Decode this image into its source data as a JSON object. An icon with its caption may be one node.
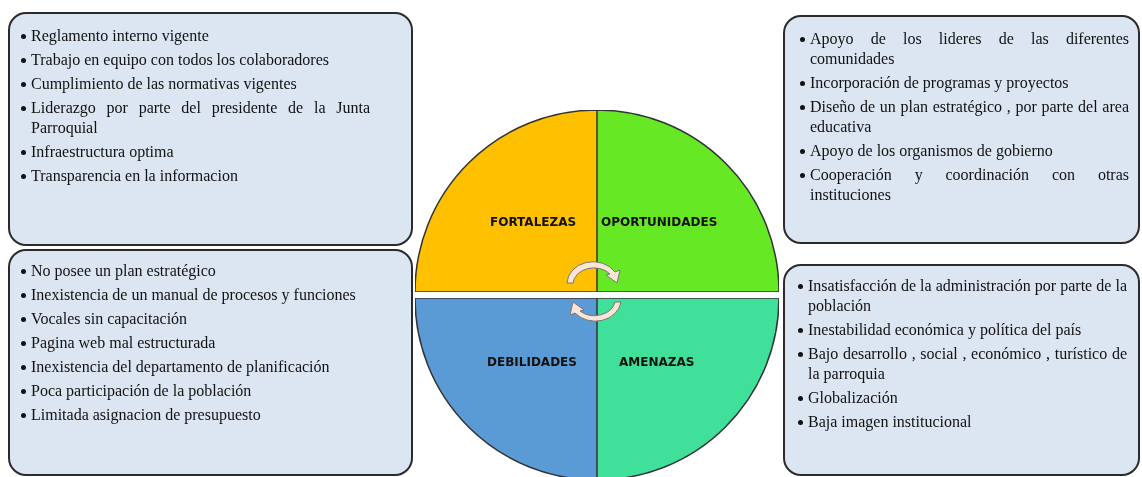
{
  "diagram": {
    "nodes": [
      {
        "text": [
          "Reglamento interno vigente",
          "Trabajo en equipo con todos los colaboradores",
          "Cumplimiento de las normativas vigentes",
          "Liderazgo por parte del presidente de la Junta Parroquial",
          "Infraestructura optima",
          "Transparencia en la informacion"
        ]
      },
      {
        "text": [
          "Apoyo de los lideres de las  diferentes comunidades",
          "Incorporación de programas y proyectos",
          "Diseño de un plan estratégico , por parte del area educativa",
          "Apoyo de los organismos de gobierno",
          "Cooperación y coordinación con otras instituciones"
        ]
      },
      {
        "text": [
          "No posee un plan estratégico",
          "Inexistencia de un manual de procesos y funciones",
          "Vocales sin capacitación",
          "Pagina web mal estructurada",
          "Inexistencia del departamento de planificación",
          "Poca participación de la población",
          "Limitada asignacion de presupuesto"
        ]
      },
      {
        "text": [
          "Insatisfacción de la administración por parte de la población",
          "Inestabilidad económica y política del país",
          "Bajo desarrollo , social , económico , turístico  de la parroquia",
          "Globalización",
          "Baja imagen institucional"
        ]
      },
      {
        "text": [
          "FORTALEZAS"
        ]
      },
      {
        "text": [
          "OPORTUNIDADES"
        ]
      },
      {
        "text": [
          "DEBILIDADES"
        ]
      },
      {
        "text": [
          "AMENAZAS"
        ]
      }
    ]
  }
}
